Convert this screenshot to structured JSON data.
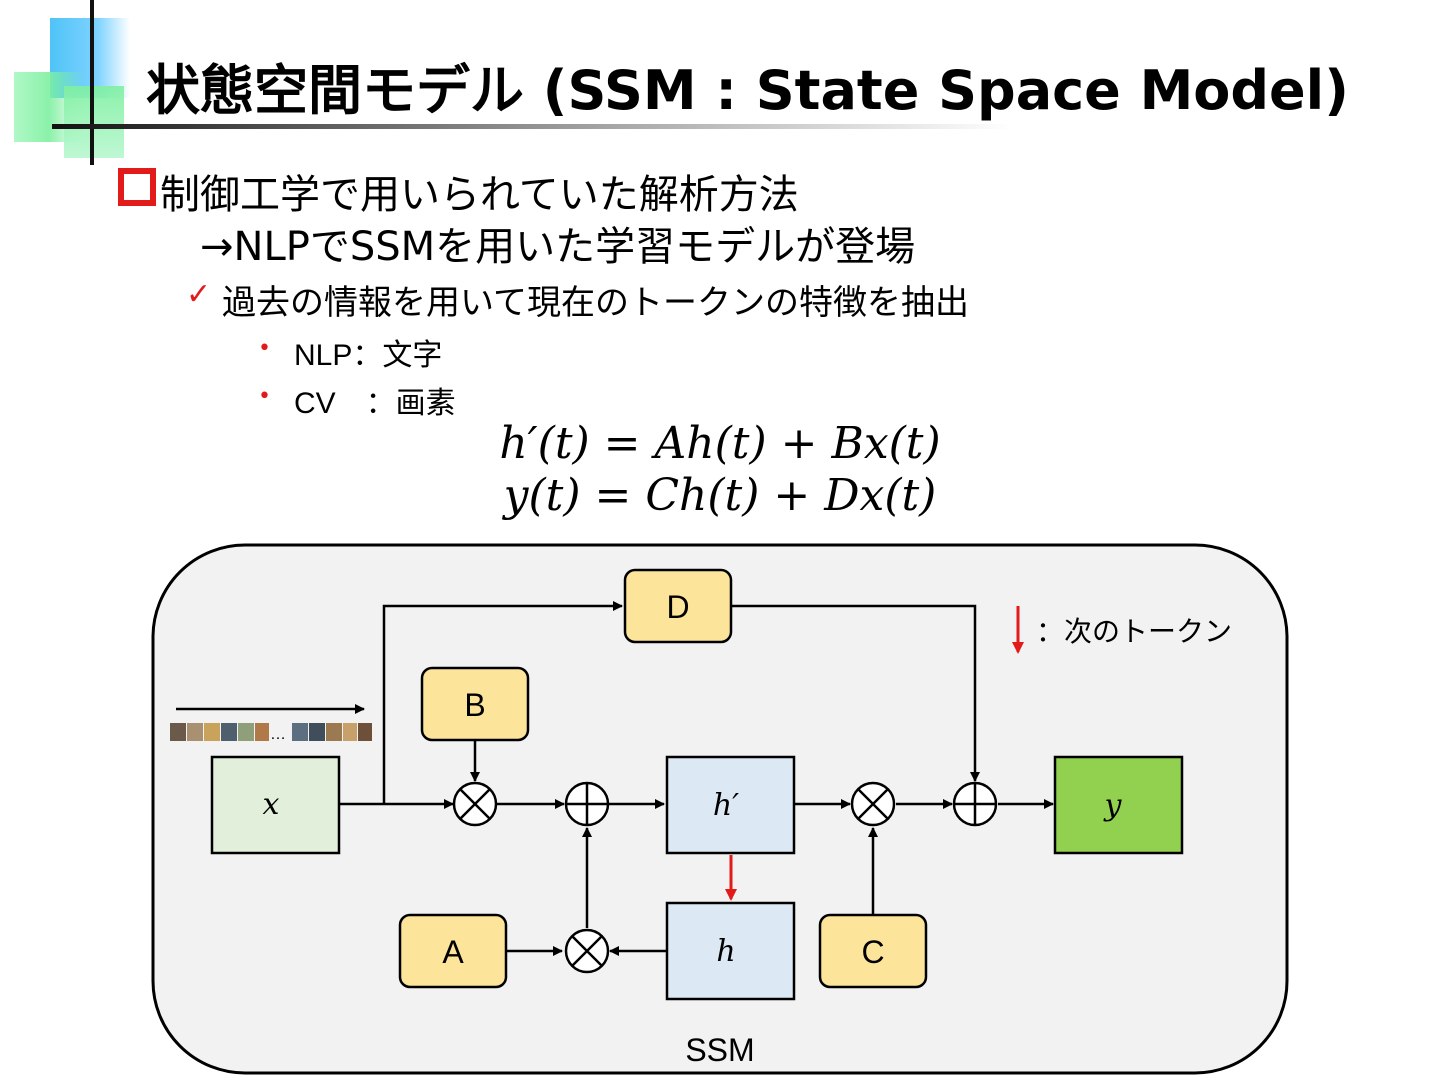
{
  "title": "状態空間モデル (SSM : State Space Model)",
  "bullets": {
    "line1": "制御工学で用いられていた解析方法",
    "line2": "→NLPでSSMを用いた学習モデルが登場",
    "check_mark": "✓",
    "line3": "過去の情報を用いて現在のトークンの特徴を抽出",
    "sub_bullet_char": "•",
    "sub1": "NLP：文字",
    "sub2": "CV　：画素"
  },
  "equations": {
    "eq1": "h′(t) = Ah(t) + Bx(t)",
    "eq2": "y(t) = Ch(t) + Dx(t)"
  },
  "diagram": {
    "blocks": {
      "D": "D",
      "B": "B",
      "A": "A",
      "C": "C",
      "x": "x",
      "h_prime": "h′",
      "h": "h",
      "y": "y"
    },
    "token_ellipsis": "…",
    "legend_text": "：次のトークン",
    "container_label": "SSM",
    "colors": {
      "param_block": "#fde49b",
      "input_block": "#e2efda",
      "state_block": "#dde8f5",
      "output_block": "#92d050",
      "container": "#f2f2f2",
      "next_token_arrow": "#e21a1a"
    }
  }
}
